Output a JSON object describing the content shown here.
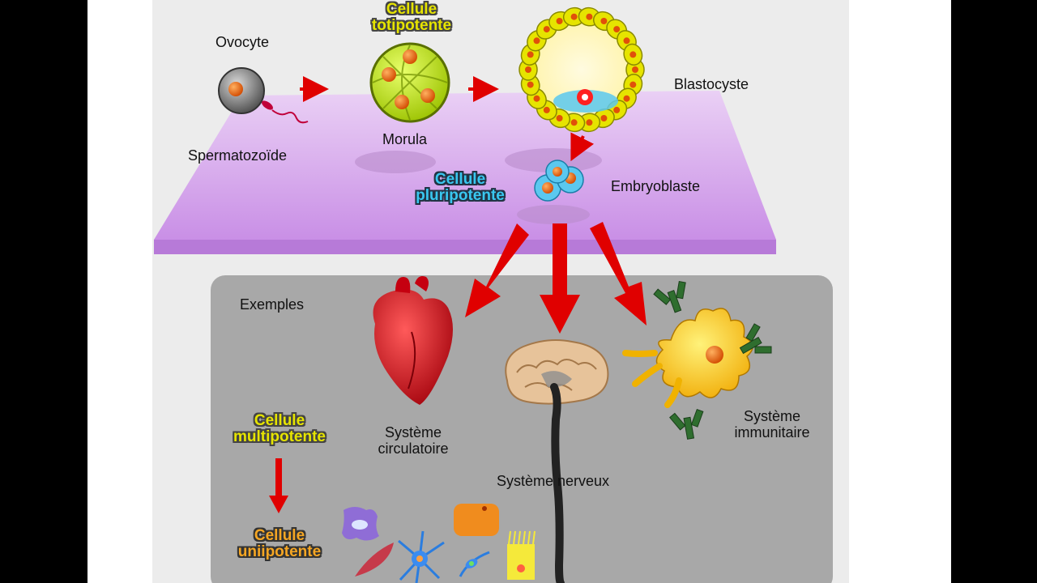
{
  "labels": {
    "ovocyte": "Ovocyte",
    "spermatozoide": "Spermatozoïde",
    "morula": "Morula",
    "blastocyste": "Blastocyste",
    "embryoblaste": "Embryoblaste",
    "exemples": "Exemples",
    "systeme_circulatoire": [
      "Système",
      "circulatoire"
    ],
    "systeme_nerveux": "Système nerveux",
    "systeme_immunitaire": [
      "Système",
      "immunitaire"
    ]
  },
  "cell_types": {
    "totipotente": [
      "Cellule",
      "totipotente"
    ],
    "pluripotente": [
      "Cellule",
      "pluripotente"
    ],
    "multipotente": [
      "Cellule",
      "multipotente"
    ],
    "unipotente": [
      "Cellule",
      "uniipotente"
    ]
  },
  "colors": {
    "arrow": "#e00000",
    "plate": "#d9a6ec",
    "examples_box": "#a8a8a8",
    "totipotent": "#e6e400",
    "pluripotent": "#39c7f0",
    "unipotent": "#f5a623",
    "heart": "#d4101a"
  },
  "icons": [
    "ovocyte-cell-icon",
    "sperm-icon",
    "morula-icon",
    "blastocyst-icon",
    "embryoblast-icon",
    "heart-icon",
    "brain-icon",
    "immune-cell-icon",
    "antibody-icon",
    "specialized-cells-icon"
  ]
}
